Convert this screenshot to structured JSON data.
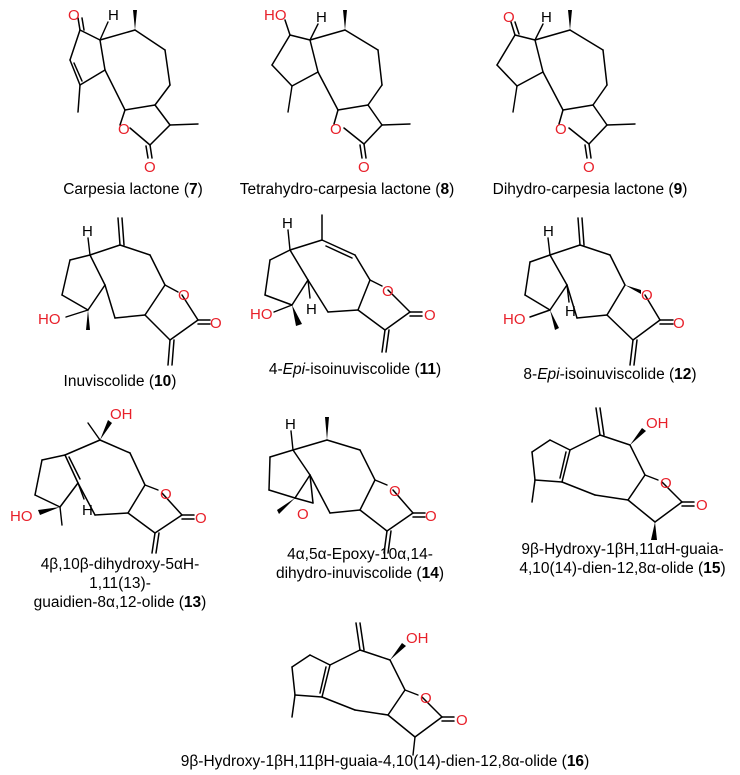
{
  "compounds": [
    {
      "id": "7",
      "prefix": "Carpesia lactone (",
      "num": "7",
      "suffix": ")"
    },
    {
      "id": "8",
      "prefix": "Tetrahydro-carpesia lactone (",
      "num": "8",
      "suffix": ")"
    },
    {
      "id": "9",
      "prefix": "Dihydro-carpesia lactone (",
      "num": "9",
      "suffix": ")"
    },
    {
      "id": "10",
      "prefix": "Inuviscolide (",
      "num": "10",
      "suffix": ")"
    },
    {
      "id": "11",
      "italic": "Epi",
      "pre_italic": "4-",
      "prefix": "-isoinuviscolide (",
      "num": "11",
      "suffix": ")"
    },
    {
      "id": "12",
      "italic": "Epi",
      "pre_italic": "8-",
      "prefix": "-isoinuviscolide (",
      "num": "12",
      "suffix": ")"
    },
    {
      "id": "13",
      "lines": [
        "4β,10β-dihydroxy-5αH-",
        "1,11(13)-"
      ],
      "last_prefix": "guaidien-8α,12-olide (",
      "num": "13",
      "suffix": ")"
    },
    {
      "id": "14",
      "lines": [
        "4α,5α-Epoxy-10α,14-"
      ],
      "last_prefix": "dihydro-inuviscolide (",
      "num": "14",
      "suffix": ")"
    },
    {
      "id": "15",
      "lines": [
        "9β-Hydroxy-1βH,11αH-guaia-"
      ],
      "last_prefix": "4,10(14)-dien-12,8α-olide (",
      "num": "15",
      "suffix": ")"
    },
    {
      "id": "16",
      "prefix": "9β-Hydroxy-1βH,11βH-guaia-4,10(14)-dien-12,8α-olide (",
      "num": "16",
      "suffix": ")"
    }
  ],
  "atoms": {
    "O": "O",
    "H": "H",
    "HO": "HO",
    "OH": "OH"
  },
  "colors": {
    "heteroatom": "#e8202a",
    "bond": "#000000"
  }
}
